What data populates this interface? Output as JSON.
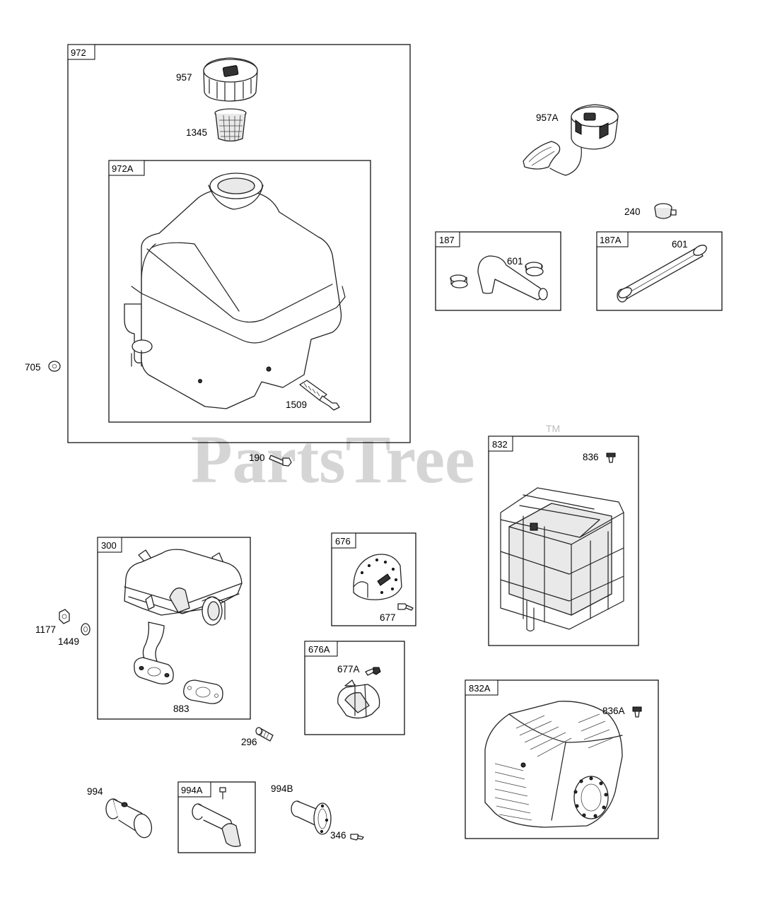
{
  "watermark": {
    "brand": "PartsTree",
    "trademark": "TM"
  },
  "groups": {
    "g972": "972",
    "g972A": "972A",
    "g187": "187",
    "g187A": "187A",
    "g832": "832",
    "g832A": "832A",
    "g300": "300",
    "g676": "676",
    "g676A": "676A",
    "g994A": "994A"
  },
  "labels": {
    "p957": "957",
    "p1345": "1345",
    "p957A": "957A",
    "p240": "240",
    "p601a": "601",
    "p601b": "601",
    "p705": "705",
    "p1509": "1509",
    "p190": "190",
    "p836": "836",
    "p1177": "1177",
    "p1449": "1449",
    "p677": "677",
    "p883": "883",
    "p677A": "677A",
    "p296": "296",
    "p836A": "836A",
    "p994": "994",
    "p994B": "994B",
    "p346": "346"
  }
}
